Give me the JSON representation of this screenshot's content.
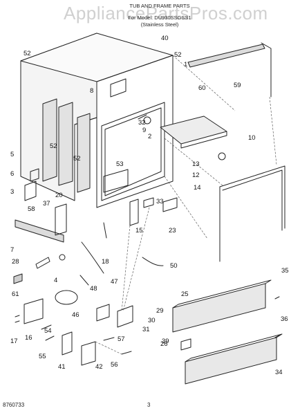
{
  "watermark": "AppliancePartsPros.com",
  "header": {
    "title": "TUB AND FRAME PARTS",
    "model": "For Model: DU930SSGSS1",
    "finish": "(Stainless Steel)"
  },
  "callouts": [
    "1",
    "2",
    "3",
    "4",
    "5",
    "6",
    "7",
    "8",
    "9",
    "10",
    "12",
    "13",
    "14",
    "15",
    "16",
    "17",
    "18",
    "20",
    "23",
    "25",
    "26",
    "28",
    "29",
    "30",
    "31",
    "32",
    "33",
    "34",
    "35",
    "36",
    "37",
    "39",
    "40",
    "41",
    "42",
    "46",
    "47",
    "48",
    "50",
    "52",
    "53",
    "54",
    "55",
    "56",
    "57",
    "58",
    "59",
    "60",
    "61"
  ],
  "footer": {
    "doc_number": "8760733",
    "page": "3"
  }
}
